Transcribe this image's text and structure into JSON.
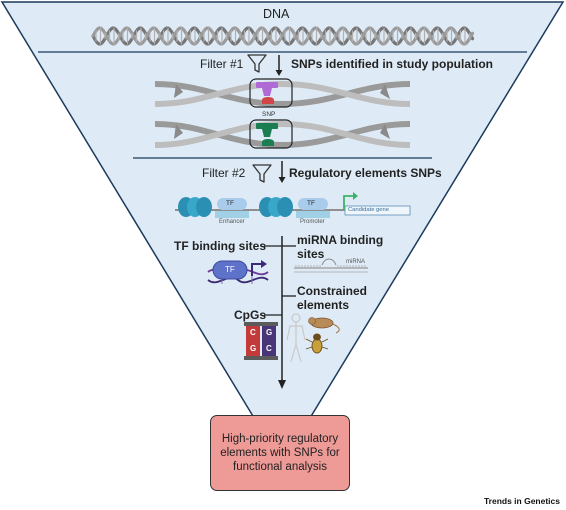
{
  "top_label": "DNA",
  "filter1": {
    "label": "Filter #1",
    "description": "SNPs identified in study population"
  },
  "snp_label": "SNP",
  "filter2": {
    "label": "Filter #2",
    "description": "Regulatory elements SNPs"
  },
  "regulatory_diagram": {
    "tf_label_1": "TF",
    "tf_label_2": "TF",
    "enhancer_label": "Enhancer",
    "promoter_label": "Promoter",
    "gene_label": "Candidate gene"
  },
  "categories": {
    "tf_binding": "TF binding sites",
    "mirna_binding": "miRNA binding sites",
    "mirna_label": "miRNA",
    "tf_badge": "TF",
    "constrained": "Constrained elements",
    "cpgs": "CpGs",
    "cpg_letters": [
      "C",
      "G",
      "G",
      "C"
    ]
  },
  "output_box": "High-priority regulatory elements with SNPs for functional analysis",
  "brand": "Trends in Genetics",
  "colors": {
    "triangle_fill": "#deebf6",
    "triangle_stroke": "#1c3a5c",
    "output_fill": "#ee9a96",
    "mutation_purple": "#b06ad6",
    "mutation_green": "#1b7e52",
    "nucleosome": "#39a7c9",
    "tf_blue": "#5f96e2"
  }
}
